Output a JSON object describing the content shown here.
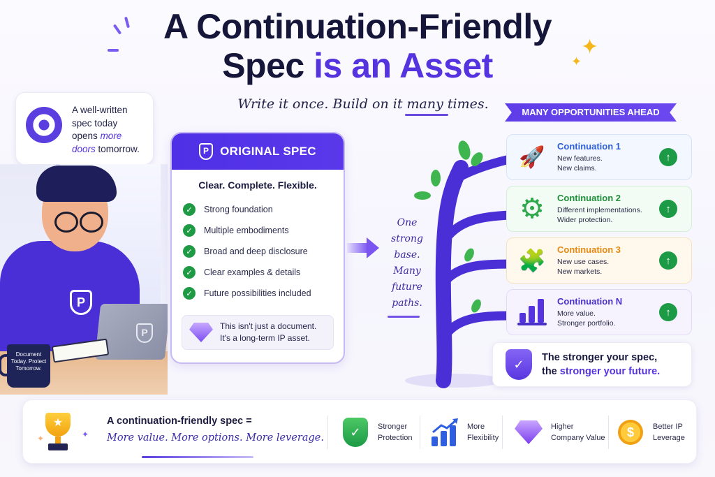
{
  "header": {
    "title_line1": "A Continuation-Friendly",
    "title_line2_plain": "Spec",
    "title_line2_accent": "is an Asset",
    "subtitle": "Write it once. Build on it many times."
  },
  "bubble": {
    "icon": "target-icon",
    "line1": "A well-written",
    "line2": "spec today",
    "line3_plain": "opens",
    "line3_accent": "more",
    "line4_accent": "doors",
    "line4_plain": "tomorrow."
  },
  "illustration": {
    "mug_text": "Document Today. Protect Tomorrow.",
    "hoodie_logo": "P",
    "laptop_logo": "P"
  },
  "original_spec": {
    "header": "ORIGINAL SPEC",
    "header_icon": "shield-p-icon",
    "tagline": "Clear. Complete. Flexible.",
    "items": [
      "Strong foundation",
      "Multiple embodiments",
      "Broad and deep disclosure",
      "Clear examples & details",
      "Future possibilities included"
    ],
    "note_line1": "This isn't just a document.",
    "note_line2": "It's a long-term IP asset.",
    "note_icon": "diamond-icon"
  },
  "tree_note": {
    "lines": [
      "One",
      "strong",
      "base.",
      "Many",
      "future",
      "paths."
    ]
  },
  "opportunities": {
    "banner": "MANY OPPORTUNITIES AHEAD",
    "cards": [
      {
        "title": "Continuation 1",
        "line1": "New features.",
        "line2": "New claims.",
        "icon": "rocket-icon",
        "color": "#2f5fd8",
        "bg": "#f3f7ff",
        "border": "#d7e3f6"
      },
      {
        "title": "Continuation 2",
        "line1": "Different implementations.",
        "line2": "Wider protection.",
        "icon": "gear-icon",
        "color": "#1f8f3a",
        "bg": "#f2fbf4",
        "border": "#d3eed9"
      },
      {
        "title": "Continuation 3",
        "line1": "New use cases.",
        "line2": "New markets.",
        "icon": "puzzle-icon",
        "color": "#e68a14",
        "bg": "#fff8ec",
        "border": "#f6e2bf"
      },
      {
        "title": "Continuation N",
        "line1": "More value.",
        "line2": "Stronger portfolio.",
        "icon": "bar-chart-icon",
        "color": "#4a2fc8",
        "bg": "#f6f3ff",
        "border": "#e2dbf6"
      }
    ],
    "final_line1": "The stronger your spec,",
    "final_line2_plain": "the",
    "final_line2_accent": "stronger your future."
  },
  "bottom_bar": {
    "title": "A continuation-friendly spec =",
    "subtitle": "More value. More options. More leverage.",
    "benefits": [
      {
        "line1": "Stronger",
        "line2": "Protection",
        "icon": "shield-check-icon"
      },
      {
        "line1": "More",
        "line2": "Flexibility",
        "icon": "growth-chart-icon"
      },
      {
        "line1": "Higher",
        "line2": "Company Value",
        "icon": "diamond-icon"
      },
      {
        "line1": "Better IP",
        "line2": "Leverage",
        "icon": "dollar-coin-icon"
      }
    ]
  },
  "colors": {
    "accent": "#5534e0",
    "title": "#15163a",
    "check_green": "#1e9a45",
    "gold": "#f5b619"
  }
}
